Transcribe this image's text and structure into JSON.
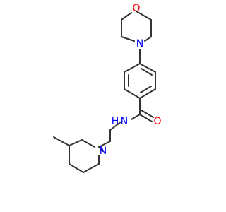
{
  "colors": {
    "bond": "#333333",
    "oxygen": "#ff0000",
    "nitrogen": "#0000ff",
    "background": "#ffffff"
  },
  "atoms": {
    "morpholine_oxygen": "O",
    "morpholine_nitrogen": "N",
    "carbonyl_oxygen": "O",
    "amide_nitrogen_h": "H",
    "amide_nitrogen": "N",
    "piperidine_nitrogen": "N"
  }
}
